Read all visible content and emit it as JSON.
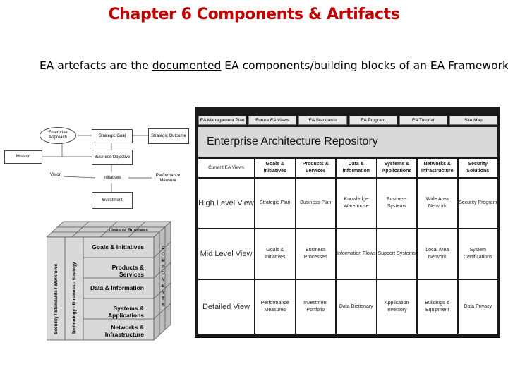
{
  "page": {
    "title": "Chapter 6 Components & Artifacts",
    "subtitle_pre": "EA artefacts are the ",
    "subtitle_underlined": "documented",
    "subtitle_post": " EA components/building blocks of an EA Framework."
  },
  "diagram": {
    "enterprise_approach": "Enterprise Approach",
    "strategic_goal": "Strategic Goal",
    "strategic_outcome": "Strategic Outcome",
    "mission": "Mission",
    "business_objective": "Business Objective",
    "vision": "Vision",
    "initiatives": "Initiatives",
    "performance_measure": "Performance Measure",
    "investment": "Investment"
  },
  "cube": {
    "top_label": "Lines of Business",
    "rows": [
      "Goals & Initiatives",
      "Products & Services",
      "Data & Information",
      "Systems & Applications",
      "Networks & Infrastructure"
    ],
    "side_label_1": "Security / Standards / Workforce",
    "side_label_2": "Technology - Business - Strategy",
    "components_letters": "C O M P O N E N T S"
  },
  "repository": {
    "nav": [
      "EA Management Plan",
      "Future EA Views",
      "EA Standards",
      "EA Program",
      "EA Tutorial",
      "Site Map"
    ],
    "banner": "Enterprise Architecture Repository",
    "corner": "Current EA Views",
    "columns": [
      "Goals & Initiatives",
      "Products & Services",
      "Data & Information",
      "Systems & Applications",
      "Networks & Infrastructure",
      "Security Solutions"
    ],
    "rows": [
      {
        "label": "High Level View",
        "cells": [
          "Strategic Plan",
          "Business Plan",
          "Knowledge Warehouse",
          "Business Systems",
          "Wide Area Network",
          "Security Program"
        ]
      },
      {
        "label": "Mid Level View",
        "cells": [
          "Goals & Initiatives",
          "Business Processes",
          "Information Flows",
          "Support Systems",
          "Local Area Network",
          "System Certifications"
        ]
      },
      {
        "label": "Detailed View",
        "cells": [
          "Performance Measures",
          "Investment Portfolio",
          "Data Dictionary",
          "Application Inventory",
          "Buildings & Equipment",
          "Data Privacy"
        ]
      }
    ]
  },
  "colors": {
    "title": "#c00000",
    "repo_frame": "#1a1a1a",
    "banner": "#d9d9d9"
  }
}
